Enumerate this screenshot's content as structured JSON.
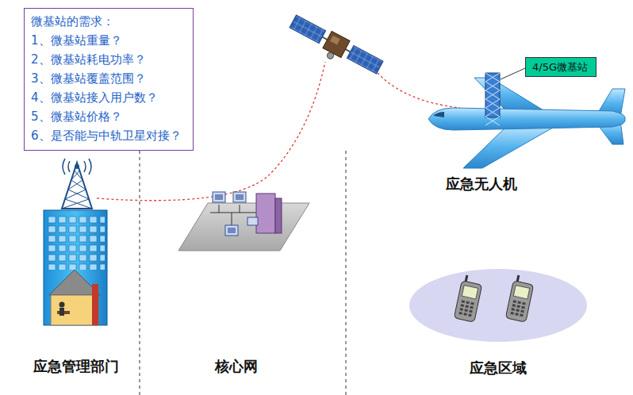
{
  "diagram": {
    "nodes": [
      {
        "text": [
          "微基站的需求：",
          "1、微基站重量？",
          "2、微基站耗电功率？",
          "3、微基站覆盖范围？",
          "4、微基站接入用户数？",
          "5、微基站价格？",
          "6、是否能与中轨卫星对接？"
        ]
      },
      {
        "text": [
          "4/5G微基站"
        ]
      }
    ],
    "labels": [
      "应急无人机",
      "应急管理部门",
      "核心网",
      "应急区域"
    ]
  }
}
